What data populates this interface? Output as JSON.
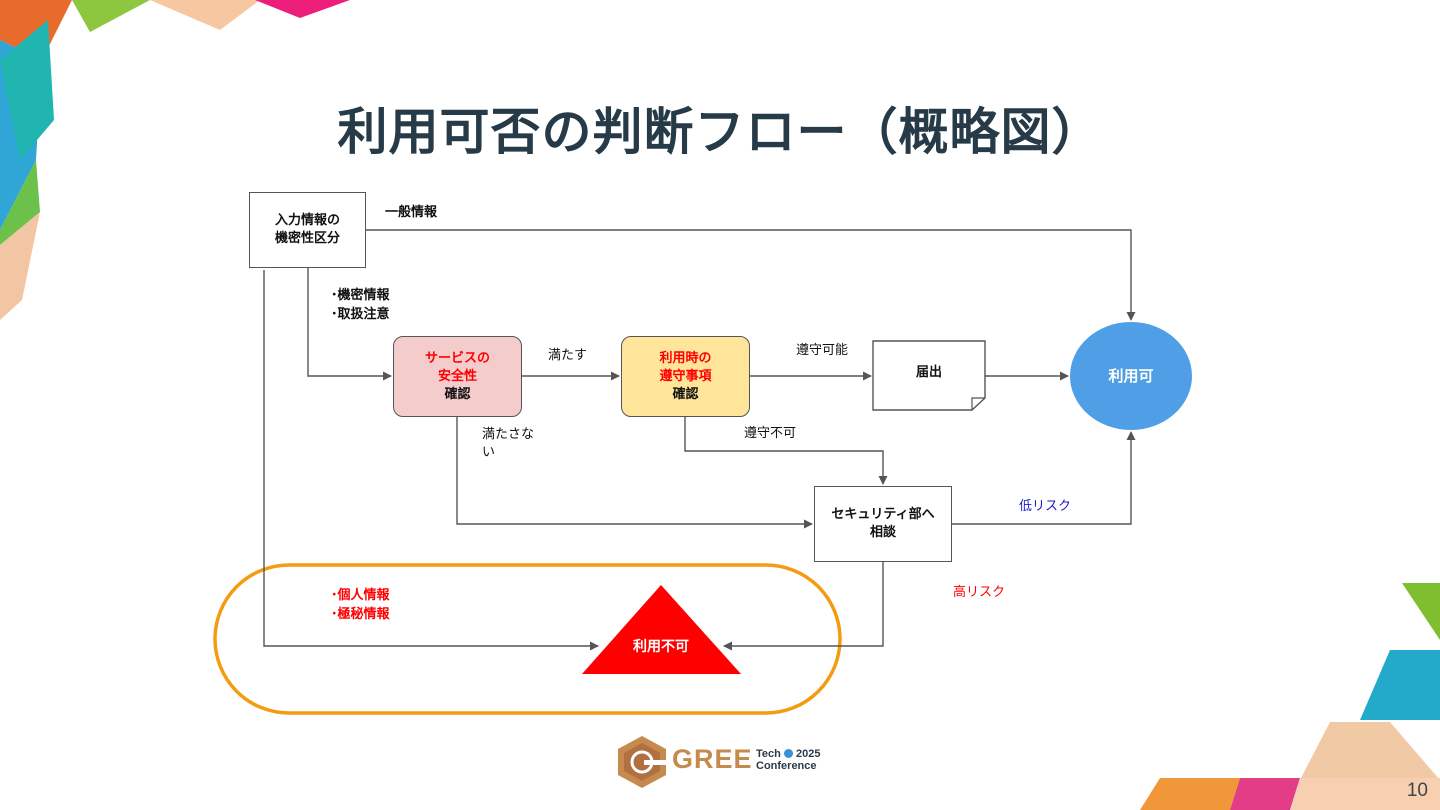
{
  "slide": {
    "title": "利用可否の判断フロー（概略図）",
    "page_number": "10"
  },
  "nodes": {
    "input": {
      "line1": "入力情報の",
      "line2": "機密性区分"
    },
    "service": {
      "line1": "サービスの",
      "line2": "安全性",
      "line3": "確認"
    },
    "compliance": {
      "line1": "利用時の",
      "line2": "遵守事項",
      "line3": "確認"
    },
    "security": {
      "line1": "セキュリティ部へ",
      "line2": "相談"
    },
    "notice": "届出",
    "allowed": "利用可",
    "denied": "利用不可"
  },
  "edge_labels": {
    "general": "一般情報",
    "confidential_1": "･機密情報",
    "confidential_2": "･取扱注意",
    "satisfied": "満たす",
    "not_satisfied_1": "満たさな",
    "not_satisfied_2": "い",
    "compliable": "遵守可能",
    "not_compliable": "遵守不可",
    "low_risk": "低リスク",
    "high_risk": "高リスク",
    "personal_1": "･個人情報",
    "personal_2": "･極秘情報"
  },
  "colors": {
    "title": "#263a47",
    "service_fill": "#f4cccc",
    "compliance_fill": "#ffe599",
    "allowed_fill": "#4f9ee6",
    "denied_fill": "#ff0000",
    "highlight_outline": "#f39c12",
    "low_risk_text": "#1a1acc",
    "high_risk_text": "#ff0000"
  },
  "logo": {
    "word": "GREE",
    "tech": "Tech",
    "year": "2025",
    "conference": "Conference"
  }
}
